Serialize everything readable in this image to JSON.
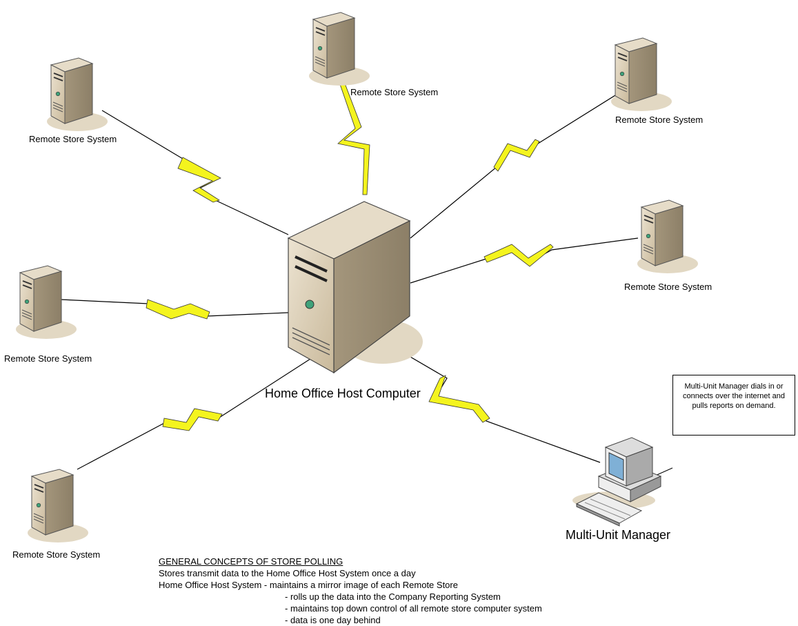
{
  "nodes": {
    "host": {
      "label": "Home Office Host Computer",
      "icon": "server-tower-icon"
    },
    "remote_top_left": {
      "label": "Remote Store System",
      "icon": "server-icon"
    },
    "remote_top_center": {
      "label": "Remote Store System",
      "icon": "server-icon"
    },
    "remote_top_right": {
      "label": "Remote Store System",
      "icon": "server-icon"
    },
    "remote_mid_right": {
      "label": "Remote Store System",
      "icon": "server-icon"
    },
    "remote_mid_left": {
      "label": "Remote Store System",
      "icon": "server-icon"
    },
    "remote_bottom_left": {
      "label": "Remote Store System",
      "icon": "server-icon"
    },
    "manager": {
      "label": "Multi-Unit Manager",
      "icon": "desktop-computer-icon"
    }
  },
  "callout": {
    "text": "Multi-Unit Manager dials in or connects over the internet and pulls reports on demand."
  },
  "notes": {
    "heading": "GENERAL CONCEPTS OF STORE POLLING",
    "line1": "Stores transmit data to the Home Office Host System once a day",
    "line2": "Home Office Host System - maintains a mirror image of each Remote Store",
    "line3": "- rolls up the data into the Company Reporting System",
    "line4": "- maintains top down control of all remote store computer system",
    "line5": "- data is one day behind"
  },
  "colors": {
    "lightning": "#f4f41e",
    "server_body": "#cfc0a4",
    "server_shadow": "#e2d8c3",
    "status_light": "#3fa27a"
  }
}
